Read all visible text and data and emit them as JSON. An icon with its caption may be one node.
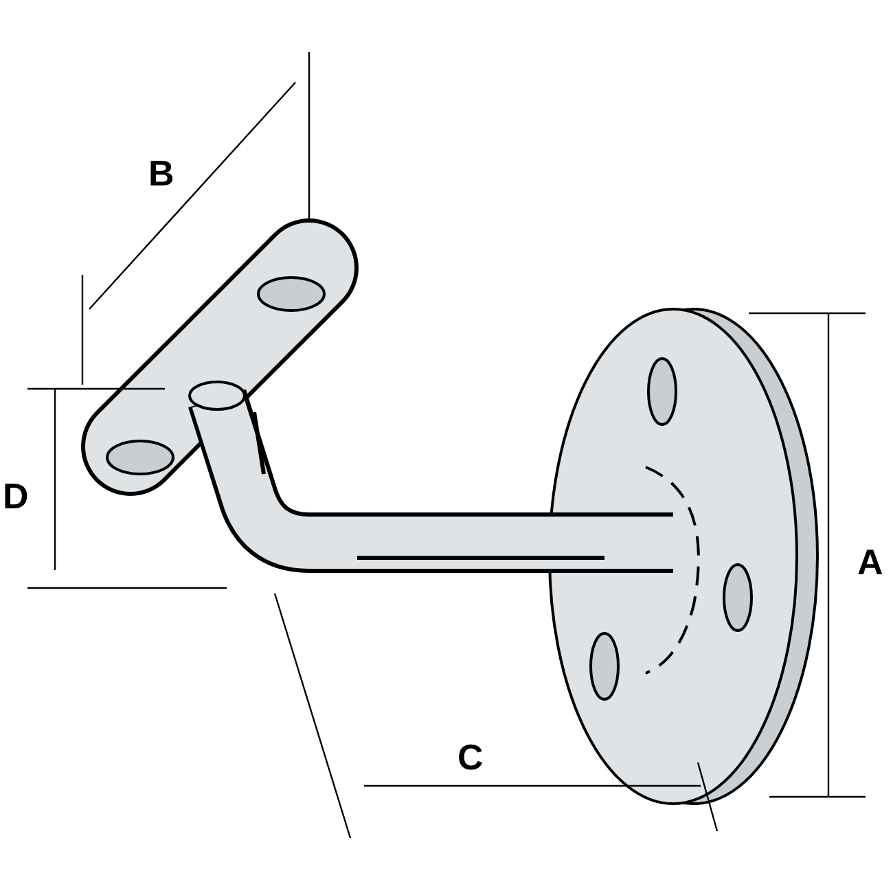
{
  "diagram": {
    "labels": [
      "B",
      "D",
      "A",
      "C"
    ]
  }
}
